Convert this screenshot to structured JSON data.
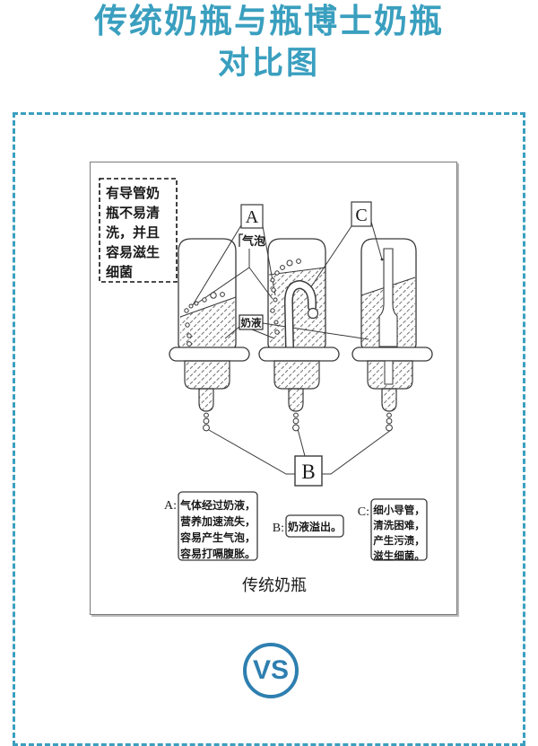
{
  "title": {
    "line1": "传统奶瓶与瓶博士奶瓶",
    "line2": "对比图"
  },
  "colors": {
    "accent": "#3a9fbf",
    "vs_blue": "#2e7fb0",
    "line": "#3a3a3a"
  },
  "diagram": {
    "note_box": {
      "lines": [
        "有导管奶",
        "瓶不易清",
        "洗，并且",
        "容易滋生",
        "细菌"
      ]
    },
    "labels": {
      "a": "A",
      "b": "B",
      "c": "C",
      "bubbles": "气泡",
      "milk": "奶液"
    },
    "callouts": {
      "a_prefix": "A:",
      "a_lines": [
        "气体经过奶液，",
        "营养加速流失，",
        "容易产生气泡，",
        "容易打嗝腹胀。"
      ],
      "b_prefix": "B:",
      "b_text": "奶液溢出。",
      "c_prefix": "C:",
      "c_lines": [
        "细小导管，",
        "清洗困难，",
        "产生污渍，",
        "滋生细菌。"
      ]
    },
    "caption": "传统奶瓶"
  },
  "vs": {
    "label": "VS"
  }
}
